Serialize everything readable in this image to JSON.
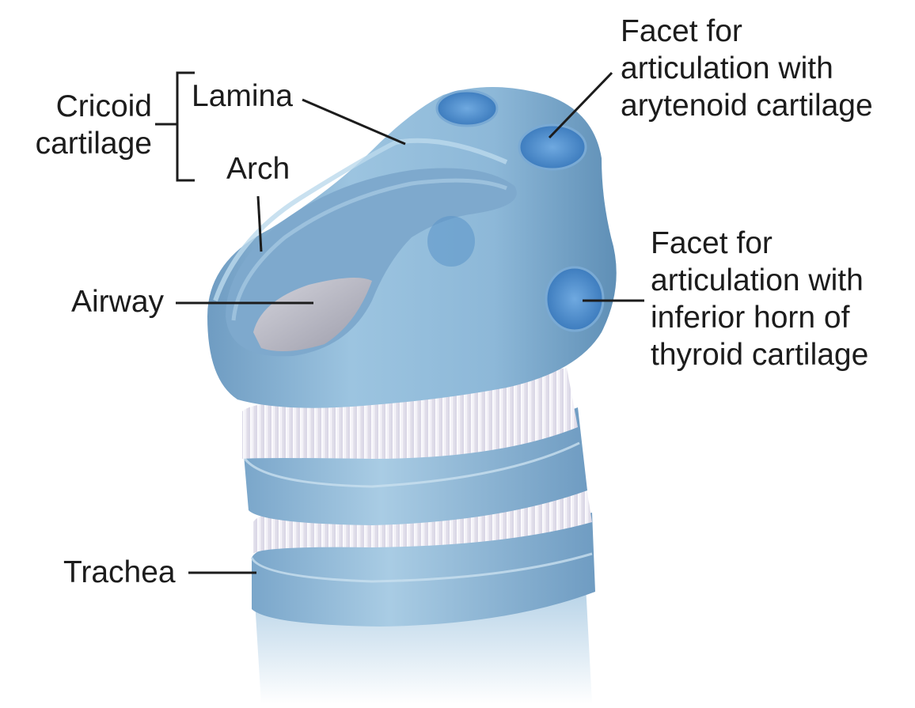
{
  "labels": {
    "cricoid_cartilage": [
      "Cricoid",
      "cartilage"
    ],
    "lamina": "Lamina",
    "arch": "Arch",
    "airway": "Airway",
    "trachea": "Trachea",
    "facet_arytenoid": [
      "Facet for",
      "articulation with",
      "arytenoid cartilage"
    ],
    "facet_thyroid": [
      "Facet for",
      "articulation with",
      "inferior horn of",
      "thyroid cartilage"
    ]
  },
  "colors": {
    "cartilage": "#8fb9d8",
    "cartilage_dark": "#5f90b8",
    "facet": "#4f8fce",
    "airway": "#b9b9c4",
    "membrane": "#f1eef4",
    "leader_line": "#1c1c1c",
    "text": "#1c1c1c"
  }
}
